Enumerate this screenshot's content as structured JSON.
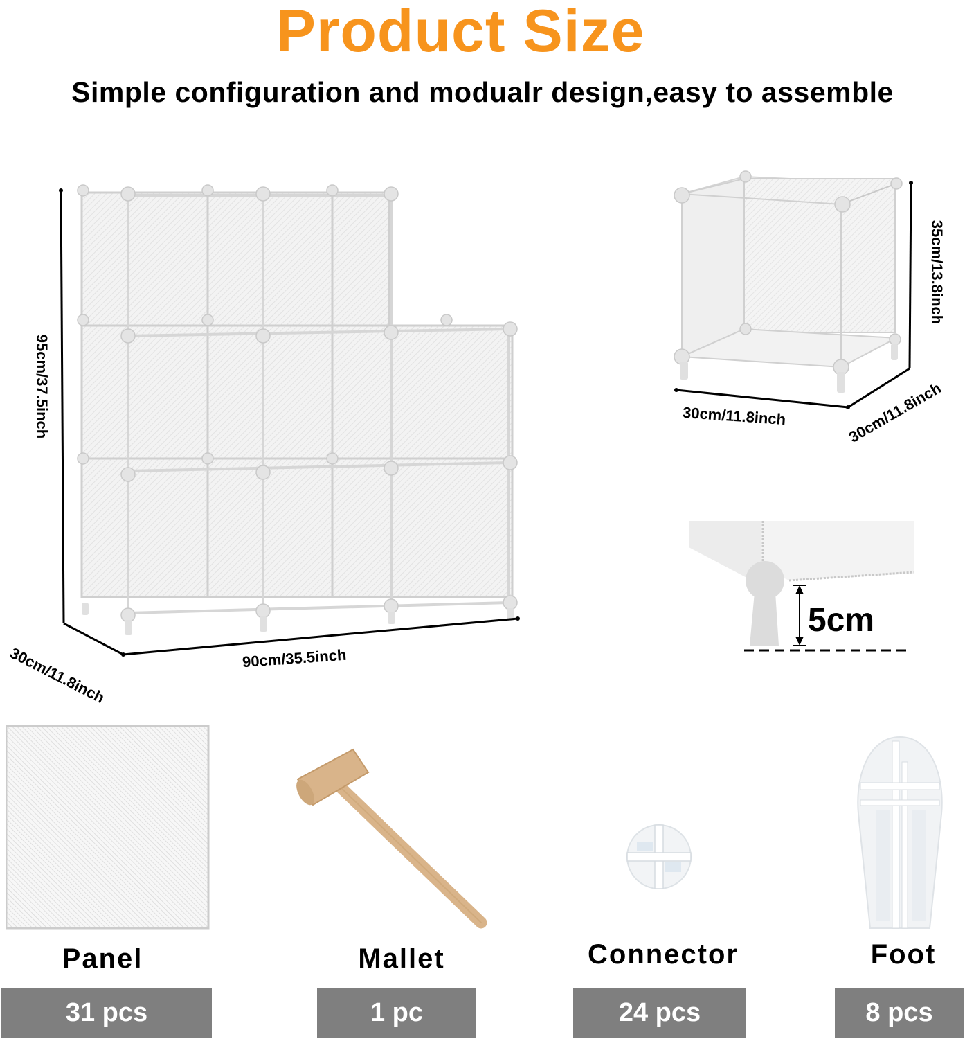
{
  "header": {
    "title": "Product Size",
    "subtitle": "Simple configuration and modualr design,easy to assemble",
    "title_color": "#F7941D"
  },
  "main_unit": {
    "height_label": "95cm/37.5inch",
    "width_label": "90cm/35.5inch",
    "depth_label": "30cm/11.8inch"
  },
  "single_cube": {
    "height_label": "35cm/13.8inch",
    "width_label": "30cm/11.8inch",
    "depth_label": "30cm/11.8inch"
  },
  "foot_detail": {
    "height_label": "5cm"
  },
  "parts": [
    {
      "name": "Panel",
      "count": "31 pcs"
    },
    {
      "name": "Mallet",
      "count": "1 pc"
    },
    {
      "name": "Connector",
      "count": "24 pcs"
    },
    {
      "name": "Foot",
      "count": "8 pcs"
    }
  ],
  "colors": {
    "badge_bg": "#7F7F7F",
    "badge_text": "#FFFFFF",
    "wood": "#D9B48A"
  }
}
